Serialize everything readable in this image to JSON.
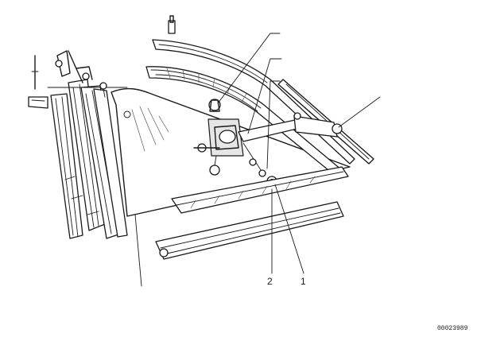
{
  "callouts": {
    "part_1": "1",
    "part_2": "2"
  },
  "image_code": "00023989"
}
